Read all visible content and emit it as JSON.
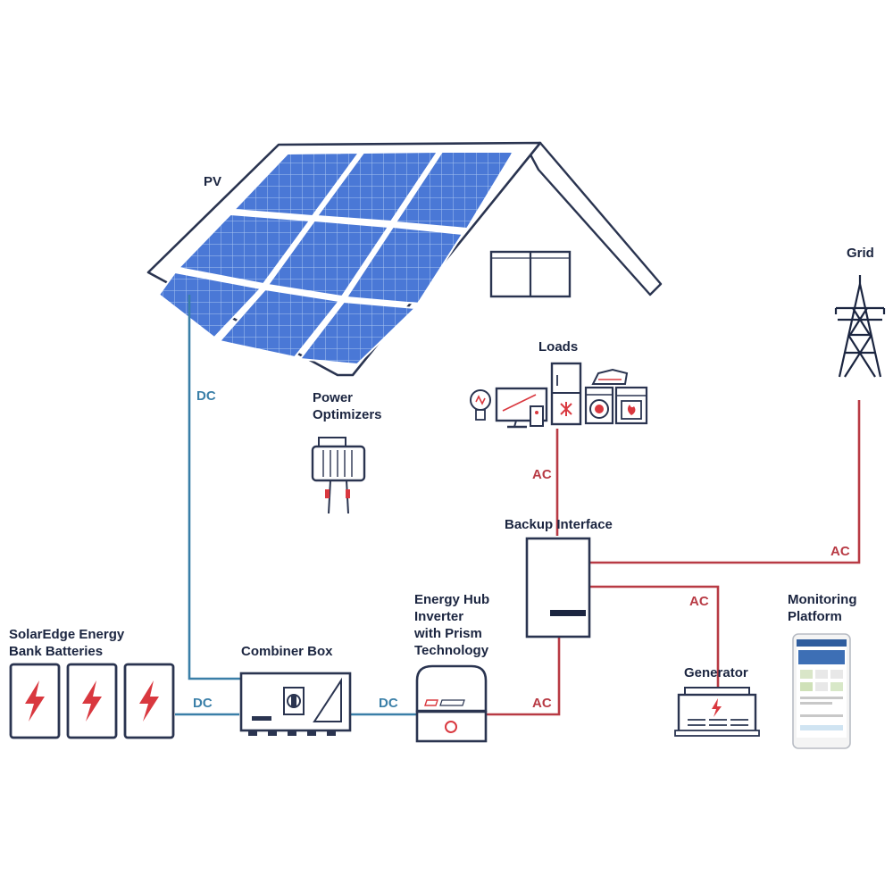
{
  "labels": {
    "pv": "PV",
    "grid": "Grid",
    "loads": "Loads",
    "power_optimizers": [
      "Power",
      "Optimizers"
    ],
    "backup_interface": "Backup Interface",
    "energy_hub": [
      "Energy Hub",
      "Inverter",
      "with Prism",
      "Technology"
    ],
    "combiner_box": "Combiner Box",
    "batteries": [
      "SolarEdge Energy",
      "Bank Batteries"
    ],
    "generator": "Generator",
    "monitoring": [
      "Monitoring",
      "Platform"
    ]
  },
  "connections": {
    "dc_pv": "DC",
    "dc_batteries": "DC",
    "dc_combiner": "DC",
    "ac_loads": "AC",
    "ac_grid": "AC",
    "ac_generator": "AC",
    "ac_inverter": "AC"
  },
  "colors": {
    "dc": "#3a7fa8",
    "ac": "#b83a44",
    "panel": "#4a78d6",
    "outline": "#2a3450",
    "bolt": "#d9383f"
  }
}
